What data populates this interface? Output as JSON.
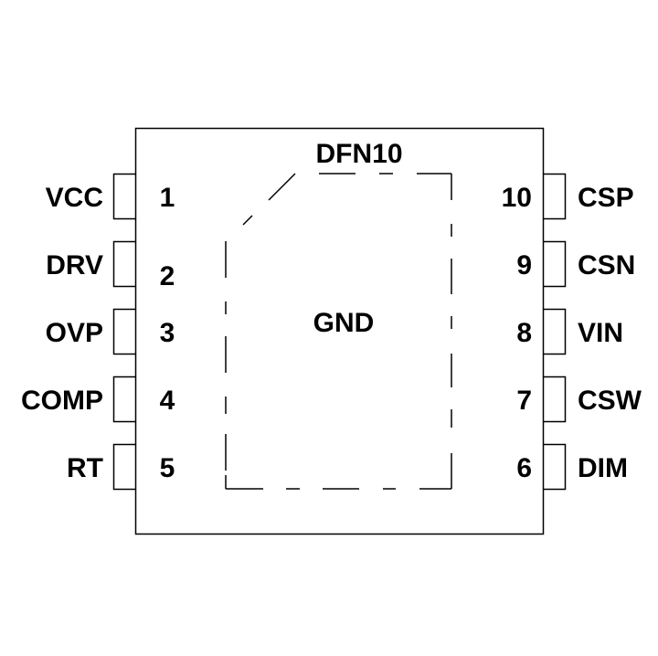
{
  "package": {
    "name": "DFN10",
    "pad_label": "GND"
  },
  "colors": {
    "line": "#000000",
    "background": "#ffffff"
  },
  "pins_left": [
    {
      "number": "1",
      "name": "VCC"
    },
    {
      "number": "2",
      "name": "DRV"
    },
    {
      "number": "3",
      "name": "OVP"
    },
    {
      "number": "4",
      "name": "COMP"
    },
    {
      "number": "5",
      "name": "RT"
    }
  ],
  "pins_right": [
    {
      "number": "10",
      "name": "CSP"
    },
    {
      "number": "9",
      "name": "CSN"
    },
    {
      "number": "8",
      "name": "VIN"
    },
    {
      "number": "7",
      "name": "CSW"
    },
    {
      "number": "6",
      "name": "DIM"
    }
  ]
}
